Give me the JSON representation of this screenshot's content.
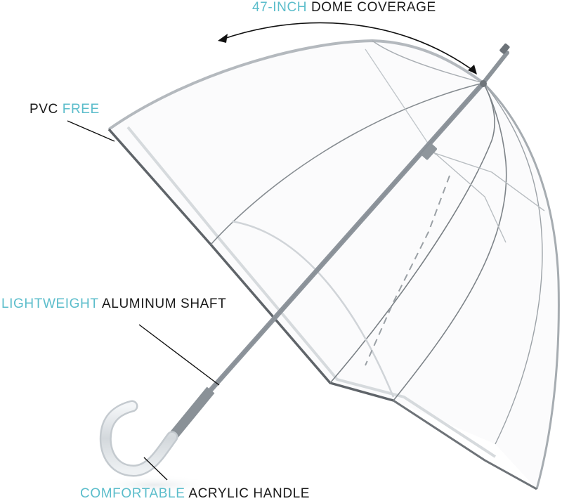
{
  "infographic": {
    "subject": "Clear bubble dome umbrella",
    "colors": {
      "accent": "#5bbdcb",
      "text": "#1a1a1a",
      "leader_line": "#111111",
      "canopy_edge": "#6e7378",
      "shaft": "#9aa0a6",
      "background": "#ffffff"
    },
    "callouts": [
      {
        "id": "dome",
        "accent": "47-INCH",
        "plain": " DOME COVERAGE"
      },
      {
        "id": "pvc",
        "plain": "PVC ",
        "accent": "FREE"
      },
      {
        "id": "shaft",
        "accent": "LIGHTWEIGHT",
        "plain": " ALUMINUM SHAFT"
      },
      {
        "id": "handle",
        "accent": "COMFORTABLE",
        "plain": " ACRYLIC HANDLE"
      }
    ],
    "icons": {
      "dome_arrow": "double-headed-curved-arrow-icon"
    }
  }
}
